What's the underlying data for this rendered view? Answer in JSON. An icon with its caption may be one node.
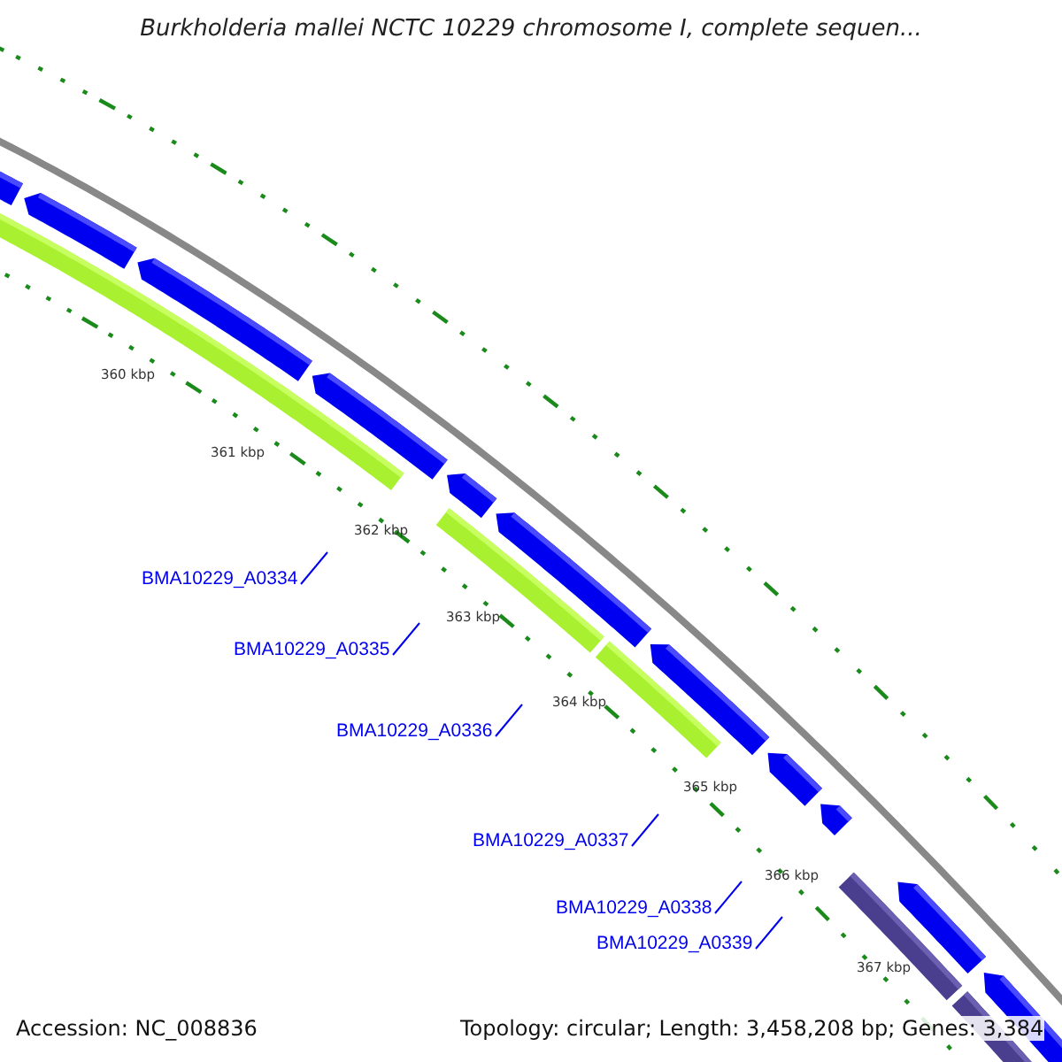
{
  "diagram": {
    "title": "Burkholderia mallei NCTC 10229 chromosome I, complete sequen...",
    "nodes": [
      {
        "text": [
          "BMA10229_A0334"
        ]
      },
      {
        "text": [
          "BMA10229_A0335"
        ]
      },
      {
        "text": [
          "BMA10229_A0336"
        ]
      },
      {
        "text": [
          "BMA10229_A0337"
        ]
      },
      {
        "text": [
          "BMA10229_A0338"
        ]
      },
      {
        "text": [
          "BMA10229_A0339"
        ]
      }
    ],
    "edges": [
      {
        "from": 0,
        "to": null,
        "arrow": "none"
      },
      {
        "from": 1,
        "to": null,
        "arrow": "none"
      },
      {
        "from": 2,
        "to": null,
        "arrow": "none"
      },
      {
        "from": 3,
        "to": null,
        "arrow": "none"
      },
      {
        "from": 4,
        "to": null,
        "arrow": "none"
      },
      {
        "from": 5,
        "to": null,
        "arrow": "none"
      }
    ],
    "labels": [
      "360 kbp",
      "361 kbp",
      "362 kbp",
      "363 kbp",
      "364 kbp",
      "365 kbp",
      "366 kbp",
      "367 kbp",
      "Accession: NC_008836",
      "Topology: circular; Length: 3,458,208 bp; Genes: 3,384"
    ]
  }
}
